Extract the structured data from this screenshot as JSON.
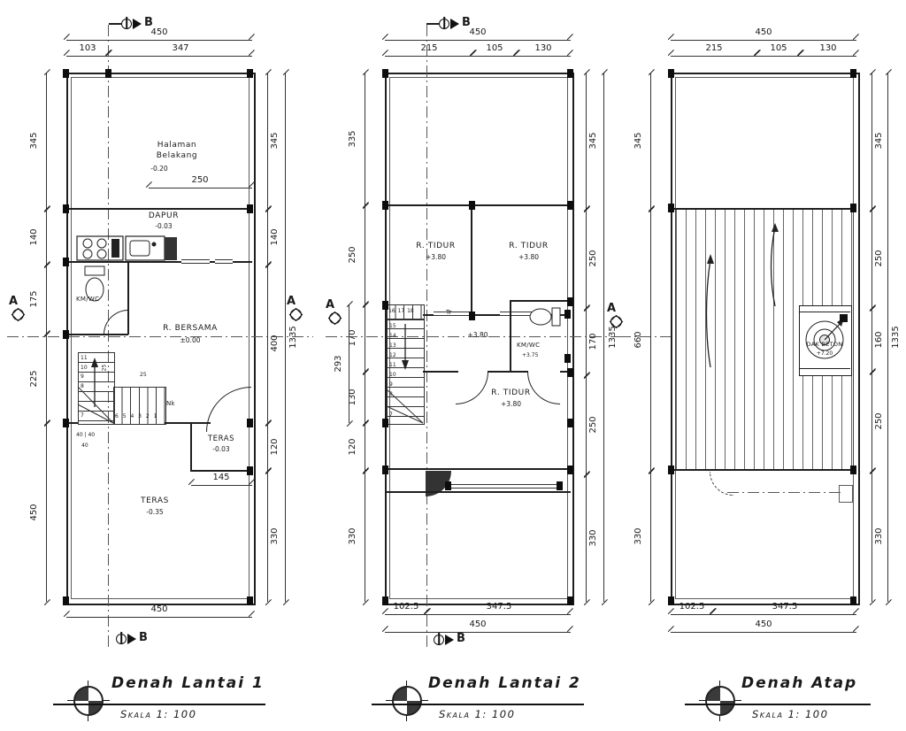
{
  "plans": [
    {
      "title": "Denah Lantai 1",
      "scale": "Skala 1: 100",
      "markers": {
        "top": "B",
        "bottom": "B",
        "left": "A",
        "right": "A"
      },
      "dims": {
        "top_total": "450",
        "top_parts": [
          "103",
          "347"
        ],
        "left": [
          "345",
          "140",
          "175",
          "225",
          "450"
        ],
        "right": [
          "345",
          "140",
          "400",
          "120",
          "330"
        ],
        "overall": "1335",
        "bottom_total": "450",
        "backyard": "250",
        "teras": "145",
        "s25a": "25",
        "s25b": "25",
        "s40": "40 | 40",
        "s40b": "40"
      },
      "rooms": {
        "backyard": "Halaman\nBelakang",
        "backyard_level": "-0.20",
        "dapur": "DAPUR",
        "dapur_level": "-0.03",
        "bath": "KM/WC",
        "living": "R. BERSAMA",
        "living_level": "±0.00",
        "teras_small": "TERAS",
        "teras_small_level": "-0.03",
        "teras_main": "TERAS",
        "teras_main_level": "-0.35"
      },
      "stairs": {
        "v_numbers": "11\n10\n9\n8",
        "bottom_number": "7",
        "h_numbers": "6 5 4 3 2 1",
        "label": "Nk"
      }
    },
    {
      "title": "Denah Lantai 2",
      "scale": "Skala 1: 100",
      "markers": {
        "top": "B",
        "bottom": "B",
        "left": "A",
        "right": "A"
      },
      "dims": {
        "top_total": "450",
        "top_parts": [
          "215",
          "105",
          "130"
        ],
        "left": [
          "335",
          "250",
          "170",
          "130",
          "120",
          "330"
        ],
        "left_outer": "293",
        "right": [
          "345",
          "250",
          "170",
          "250",
          "330"
        ],
        "overall": "1335",
        "bottom_parts": [
          "102.5",
          "347.5"
        ],
        "bottom_total": "450"
      },
      "rooms": {
        "bed1": "R. TIDUR",
        "bed1_level": "+3.80",
        "bed2": "R. TIDUR",
        "bed2_level": "+3.80",
        "bed3": "R. TIDUR",
        "bed3_level": "+3.80",
        "bath": "KM/WC",
        "bath_level": "+3.75",
        "hall_level": "+3.80"
      },
      "stairs": {
        "top_numbers": "16 17 18",
        "v_numbers": "15\n14\n13\n12\n11\n10\n9\n8",
        "bottom_number": "7",
        "label": "Tr"
      }
    },
    {
      "title": "Denah Atap",
      "scale": "Skala 1: 100",
      "dims": {
        "top_total": "450",
        "top_parts": [
          "215",
          "105",
          "130"
        ],
        "left": [
          "345",
          "660",
          "330"
        ],
        "right": [
          "345",
          "250",
          "160",
          "250",
          "330"
        ],
        "overall": "1335",
        "bottom_parts": [
          "102.5",
          "347.5"
        ],
        "bottom_total": "450"
      },
      "rooms": {
        "dak": "DAK BETON",
        "dak_level": "+7.20"
      }
    }
  ]
}
